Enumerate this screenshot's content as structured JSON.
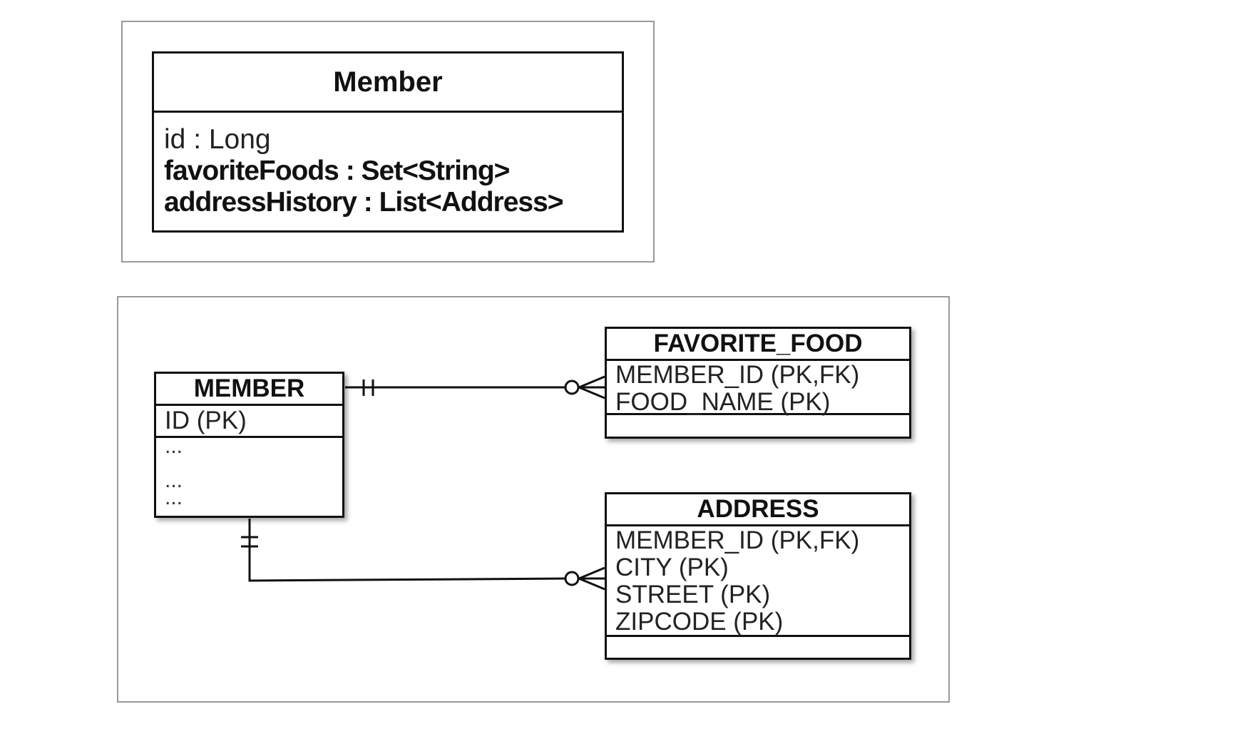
{
  "uml_class": {
    "name": "Member",
    "attributes": [
      {
        "text": "id : Long",
        "style": "light"
      },
      {
        "text": "favoriteFoods : Set<String>",
        "style": "bold"
      },
      {
        "text": "addressHistory : List<Address>",
        "style": "bold"
      }
    ]
  },
  "erd": {
    "member": {
      "title": "MEMBER",
      "keys": [
        "ID (PK)"
      ],
      "others": [
        "...",
        "...",
        "..."
      ]
    },
    "favorite_food": {
      "title": "FAVORITE_FOOD",
      "keys": [
        "MEMBER_ID (PK,FK)",
        "FOOD_NAME (PK)"
      ]
    },
    "address": {
      "title": "ADDRESS",
      "keys": [
        "MEMBER_ID (PK,FK)",
        "CITY (PK)",
        "STREET (PK)",
        "ZIPCODE (PK)"
      ]
    },
    "relationships": [
      {
        "from": "MEMBER",
        "to": "FAVORITE_FOOD",
        "from_cardinality": "one-and-only-one",
        "to_cardinality": "zero-or-many"
      },
      {
        "from": "MEMBER",
        "to": "ADDRESS",
        "from_cardinality": "one-and-only-one",
        "to_cardinality": "zero-or-many"
      }
    ]
  }
}
